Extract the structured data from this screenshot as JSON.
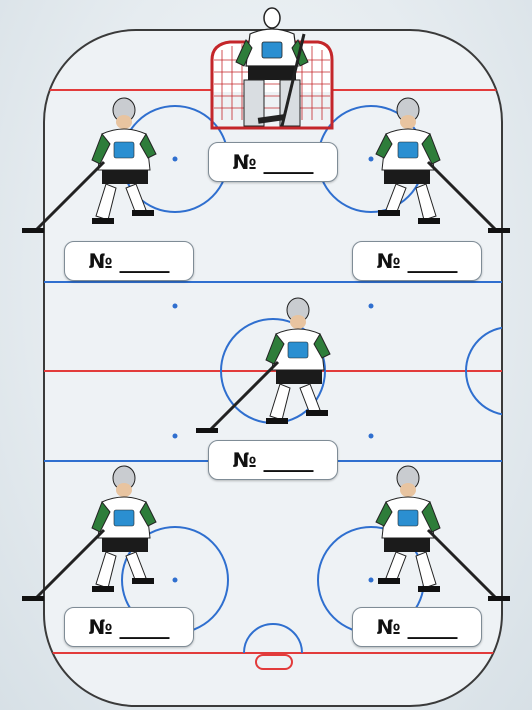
{
  "rink": {
    "line_colors": {
      "goal_line": "#e23b3b",
      "center_line": "#e23b3b",
      "blue_line": "#2f6fcf",
      "board": "#3a3a3a"
    },
    "ice_color": "#eef2f5"
  },
  "positions": [
    {
      "id": "goalie",
      "role_icon": "goalie-figure",
      "label": "№ _____"
    },
    {
      "id": "left-defense",
      "role_icon": "skater-figure",
      "label": "№ _____"
    },
    {
      "id": "right-defense",
      "role_icon": "skater-figure",
      "label": "№ _____"
    },
    {
      "id": "center",
      "role_icon": "skater-figure",
      "label": "№ _____"
    },
    {
      "id": "left-wing",
      "role_icon": "skater-figure",
      "label": "№ _____"
    },
    {
      "id": "right-wing",
      "role_icon": "skater-figure",
      "label": "№ _____"
    }
  ],
  "jersey_colors": {
    "primary": "#ffffff",
    "accent_green": "#2e7d3a",
    "accent_red": "#d33a2c",
    "pants": "#1b1b1b",
    "helmet": "#c9ccd0"
  }
}
